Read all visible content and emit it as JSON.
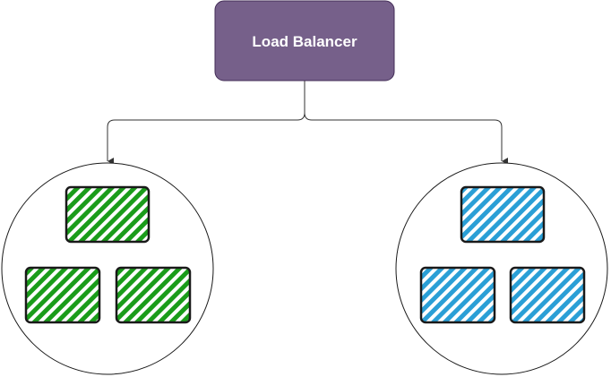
{
  "load_balancer": {
    "label": "Load Balancer",
    "fill": "#76608a",
    "stroke": "#432d57"
  },
  "clusters": [
    {
      "name": "left",
      "hatch_color": "#1a9c1a",
      "node_count": 3
    },
    {
      "name": "right",
      "hatch_color": "#2a9fd6",
      "node_count": 3
    }
  ],
  "colors": {
    "connector": "#333333",
    "circle_stroke": "#1a1a1a",
    "node_outline": "#1a1a1a"
  }
}
